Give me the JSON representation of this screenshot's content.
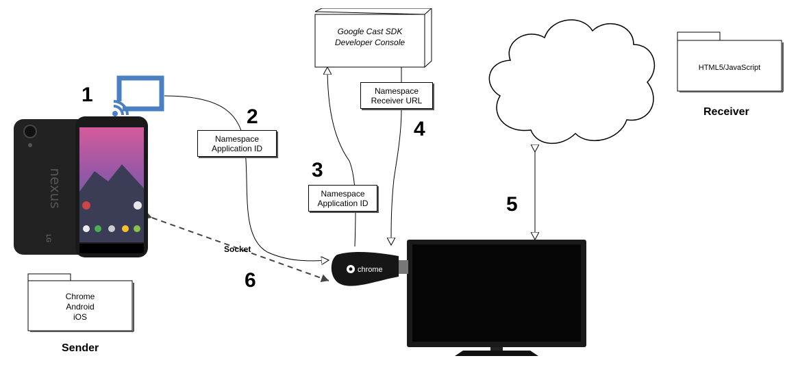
{
  "steps": {
    "s1": "1",
    "s2": "2",
    "s3": "3",
    "s4": "4",
    "s5": "5",
    "s6": "6"
  },
  "console": {
    "line1": "Google Cast SDK",
    "line2": "Developer Console"
  },
  "labels": {
    "ns_app_id_top": {
      "line1": "Namespace",
      "line2": "Application ID"
    },
    "ns_receiver_url": {
      "line1": "Namespace",
      "line2": "Receiver URL"
    },
    "ns_app_id_mid": {
      "line1": "Namespace",
      "line2": "Application ID"
    },
    "socket": "Socket"
  },
  "sender": {
    "platforms": [
      "Chrome",
      "Android",
      "iOS"
    ],
    "caption": "Sender"
  },
  "receiver": {
    "package": "HTML5/JavaScript",
    "caption": "Receiver"
  },
  "phone": {
    "brand": "nexus",
    "maker": "LG"
  },
  "dongle": {
    "label": "chrome"
  },
  "colors": {
    "cast_icon": "#4a7fc1",
    "arrow": "#000000",
    "dashed": "#444444"
  }
}
